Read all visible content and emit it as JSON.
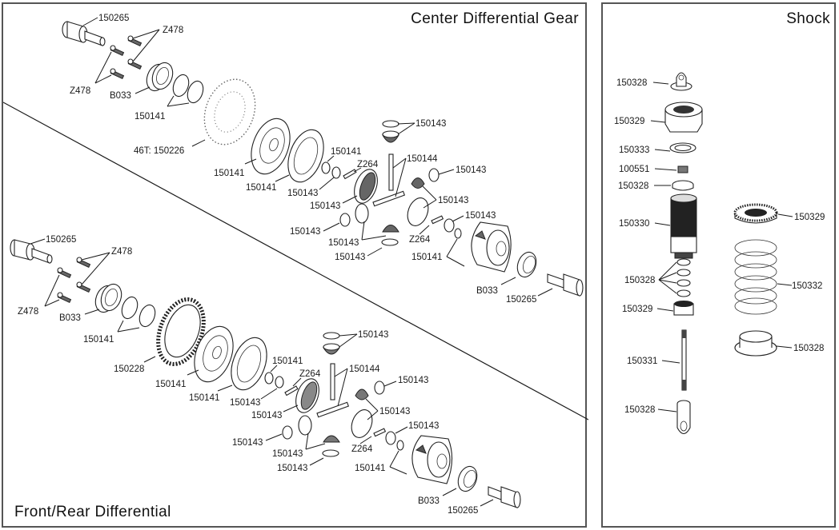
{
  "panels": {
    "center": {
      "title": "Center Differential Gear"
    },
    "front_rear": {
      "title": "Front/Rear Differential"
    },
    "shock": {
      "title": "Shock"
    }
  },
  "center_labels": [
    {
      "id": "c-outdrive-top",
      "text": "150265"
    },
    {
      "id": "c-screws-top",
      "text": "Z478"
    },
    {
      "id": "c-screws-bottom",
      "text": "Z478"
    },
    {
      "id": "c-bearing",
      "text": "B033"
    },
    {
      "id": "c-shims",
      "text": "150141"
    },
    {
      "id": "c-spur",
      "text": "46T: 150226"
    },
    {
      "id": "c-case-cover",
      "text": "150141"
    },
    {
      "id": "c-gasket",
      "text": "150141"
    },
    {
      "id": "c-oring",
      "text": "150141"
    },
    {
      "id": "c-pin1",
      "text": "Z264"
    },
    {
      "id": "c-washer1",
      "text": "150143"
    },
    {
      "id": "c-bevel-big",
      "text": "150143"
    },
    {
      "id": "c-top-gear",
      "text": "150143"
    },
    {
      "id": "c-shafts",
      "text": "150144"
    },
    {
      "id": "c-washer-r",
      "text": "150143"
    },
    {
      "id": "c-gears-r",
      "text": "150143"
    },
    {
      "id": "c-washer-l",
      "text": "150143"
    },
    {
      "id": "c-gears-b",
      "text": "150143"
    },
    {
      "id": "c-washer-b",
      "text": "150143"
    },
    {
      "id": "c-pin2",
      "text": "Z264"
    },
    {
      "id": "c-washer-case",
      "text": "150143"
    },
    {
      "id": "c-oring-case",
      "text": "150141"
    },
    {
      "id": "c-bearing2",
      "text": "B033"
    },
    {
      "id": "c-outdrive2",
      "text": "150265"
    }
  ],
  "front_rear_labels": [
    {
      "id": "f-outdrive-top",
      "text": "150265"
    },
    {
      "id": "f-screws-top",
      "text": "Z478"
    },
    {
      "id": "f-screws-bottom",
      "text": "Z478"
    },
    {
      "id": "f-bearing",
      "text": "B033"
    },
    {
      "id": "f-shims",
      "text": "150141"
    },
    {
      "id": "f-ring-gear",
      "text": "150228"
    },
    {
      "id": "f-case-cover",
      "text": "150141"
    },
    {
      "id": "f-gasket",
      "text": "150141"
    },
    {
      "id": "f-oring",
      "text": "150141"
    },
    {
      "id": "f-pin1",
      "text": "Z264"
    },
    {
      "id": "f-washer1",
      "text": "150143"
    },
    {
      "id": "f-bevel-big",
      "text": "150143"
    },
    {
      "id": "f-top-gear",
      "text": "150143"
    },
    {
      "id": "f-shafts",
      "text": "150144"
    },
    {
      "id": "f-washer-r",
      "text": "150143"
    },
    {
      "id": "f-gears-r",
      "text": "150143"
    },
    {
      "id": "f-washer-l",
      "text": "150143"
    },
    {
      "id": "f-gears-b",
      "text": "150143"
    },
    {
      "id": "f-washer-b",
      "text": "150143"
    },
    {
      "id": "f-pin2",
      "text": "Z264"
    },
    {
      "id": "f-washer-case",
      "text": "150143"
    },
    {
      "id": "f-oring-case",
      "text": "150141"
    },
    {
      "id": "f-bearing2",
      "text": "B033"
    },
    {
      "id": "f-outdrive2",
      "text": "150265"
    }
  ],
  "shock_labels": [
    {
      "id": "s-cap-eyelet",
      "text": "150328"
    },
    {
      "id": "s-cap",
      "text": "150329"
    },
    {
      "id": "s-oring",
      "text": "150333"
    },
    {
      "id": "s-nut",
      "text": "100551"
    },
    {
      "id": "s-piston",
      "text": "150328"
    },
    {
      "id": "s-body",
      "text": "150330"
    },
    {
      "id": "s-seals",
      "text": "150328"
    },
    {
      "id": "s-bottom-cap",
      "text": "150329"
    },
    {
      "id": "s-shaft",
      "text": "150331"
    },
    {
      "id": "s-rod-end",
      "text": "150328"
    },
    {
      "id": "s-collar",
      "text": "150329"
    },
    {
      "id": "s-spring",
      "text": "150332"
    },
    {
      "id": "s-spring-cup",
      "text": "150328"
    }
  ]
}
